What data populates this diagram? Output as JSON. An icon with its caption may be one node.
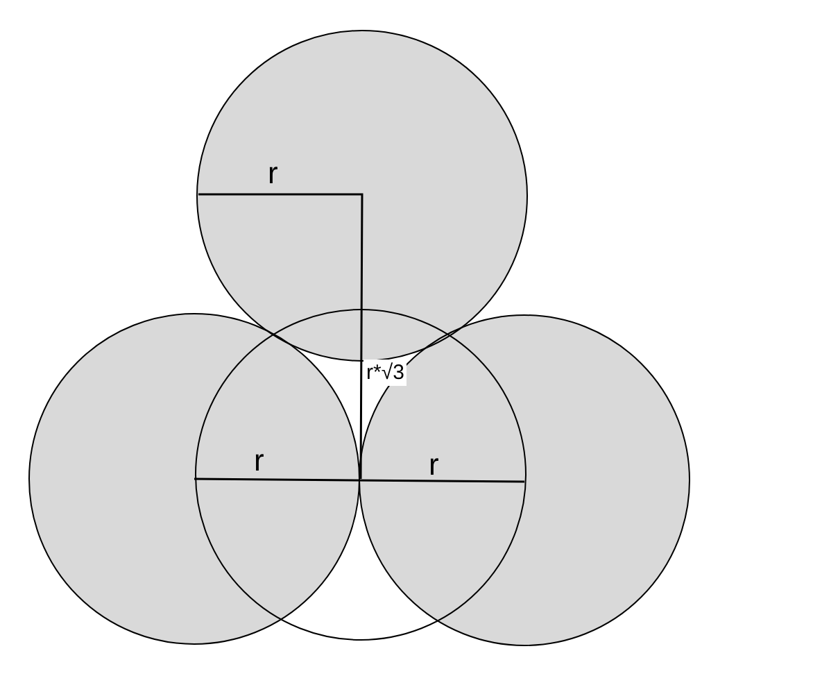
{
  "diagram": {
    "labels": [
      "r",
      "r",
      "r",
      "r*√3"
    ]
  }
}
